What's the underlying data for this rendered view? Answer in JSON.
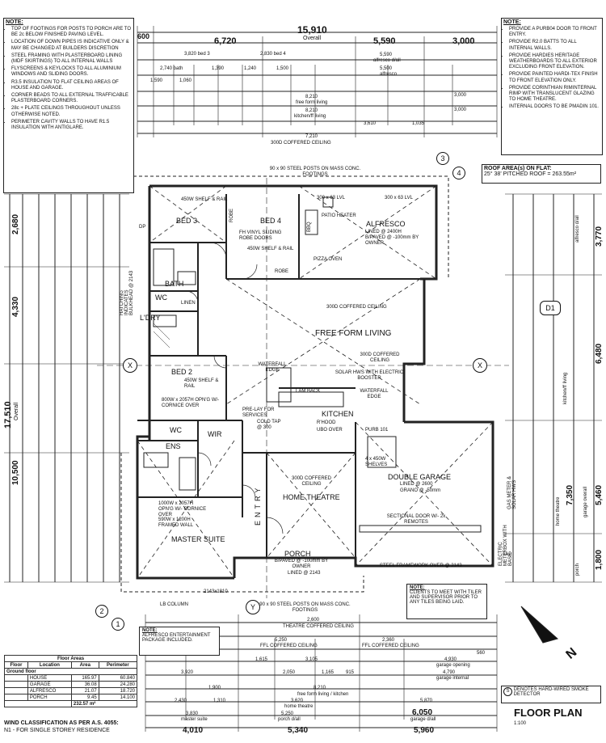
{
  "notes_left": {
    "title": "NOTE:",
    "items": [
      "TOP OF FOOTINGS FOR POSTS TO PORCH ARE TO BE 2c BELOW FINISHED PAVING LEVEL.",
      "LOCATION OF DOWN PIPES IS INDICATIVE ONLY & MAY BE CHANGED AT BUILDERS DISCRETION",
      "STEEL FRAMING WITH PLASTERBOARD LINING (MDF SKIRTINGS) TO ALL INTERNAL WALLS",
      "FLYSCREENS & KEYLOCKS TO ALL ALUMINIUM WINDOWS AND SLIDING DOORS.",
      "R3.5 INSULATION TO FLAT CEILING AREAS OF HOUSE AND GARAGE.",
      "CORNER BEADS TO ALL EXTERNAL TRAFFICABLE PLASTERBOARD CORNERS.",
      "28c + PLATE CEILINGS THROUGHOUT UNLESS OTHERWISE NOTED.",
      "PERIMETER CAVITY WALLS TO HAVE R1.5 INSULATION WITH ANTIGLARE."
    ]
  },
  "notes_right": {
    "title": "NOTE:",
    "items": [
      "PROVIDE A PURB04 DOOR TO FRONT ENTRY.",
      "PROVIDE R2.0 BATTS TO ALL INTERNAL WALLS.",
      "PROVIDE HARDIES HERITAGE WEATHERBOARDS TO ALL EXTERIOR EXCLUDING FRONT ELEVATION.",
      "PROVIDE PAINTED HARDI-TEX FINISH TO FRONT ELEVATION ONLY.",
      "PROVIDE CORINTHIAN RIMINTERNAL RIMP WITH TRANSLUCENT GLAZING TO HOME THEATRE.",
      "INTERNAL DOORS TO BE PMADIN 101."
    ]
  },
  "roof": {
    "title": "ROOF AREA(s) ON FLAT:",
    "value": "25° 38' PITCHED ROOF =  263.55m²"
  },
  "top_dims": {
    "overall": "15,910",
    "overall_label": "Overall",
    "d600": "600",
    "d6720": "6,720",
    "d5590": "5,590",
    "d3000": "3,000",
    "r3820": "3,820 bed 3",
    "r2830": "2,830 bed 4",
    "r5590": "5,590",
    "alfresco": "alfresco d/all",
    "r5500": "5,500",
    "alfresco2": "alfresco",
    "r2740": "2,740 bath",
    "r1390": "1,390",
    "r1240": "1,240",
    "r1500": "1,500",
    "r1590": "1,590",
    "r1060": "1,060",
    "r8210": "8,210",
    "freeform": "free form living",
    "r8210b": "8,210",
    "kitchen": "kitchen/ff living",
    "r3000a": "3,000",
    "r3000b": "3,000",
    "r1035": "1,035",
    "r3610": "3,610",
    "r7210": "7,210",
    "coffered": "300D COFFERED CEILING"
  },
  "bottom_dims": {
    "c2600": "2,600",
    "theatre_ceiling": "THEATRE COFFERED CEILING",
    "c5250": "5,250",
    "c2360": "2,360",
    "ffl_ceiling": "FFL COFFERED CEILING",
    "ffl_ceiling2": "FFL COFFERED CEILING",
    "r1615": "1,615",
    "r3105": "3,105",
    "r560": "560",
    "r4930": "4,930",
    "garage_opening": "garage opening",
    "r3920": "3,920",
    "r1900": "1,900",
    "r2050": "2,050",
    "r1165": "1,165",
    "r915": "915",
    "r4790": "4,790",
    "garage_internal": "garage internal",
    "r8210": "8,210",
    "ffl_kitchen": "free form living / kitchen",
    "r2430": "2,430",
    "r1310": "1,310",
    "r3620": "3,620",
    "home_theatre": "home theatre",
    "r5870": "5,870",
    "r3830": "3,830",
    "master_suite": "master suite",
    "r5250": "5,250",
    "porch_dall": "porch d/all",
    "r6050": "6,050",
    "garage_dall": "garage d/all",
    "o4010": "4,010",
    "o5340": "5,340",
    "o5960": "5,960"
  },
  "left_dims": {
    "d17510": "17,510",
    "d2680": "2,680",
    "d4330": "4,330",
    "d10500": "10,500",
    "overall": "Overall"
  },
  "right_dims": {
    "d3770": "3,770",
    "d6480": "6,480",
    "d7350": "7,350",
    "d5460": "5,460",
    "d1800": "1,800",
    "alfresco_dall": "alfresco d/all",
    "kitchen_ffl": "kitchen/ff living",
    "garage_overall": "garage overall",
    "home_theatre": "home theatre",
    "porch": "porch"
  },
  "rooms": {
    "bed3": "BED 3",
    "bed4": "BED 4",
    "alfresco": "ALFRESCO",
    "bath": "BATH",
    "wc": "WC",
    "ldry": "L'DRY",
    "linen": "LINEN",
    "ffl": "FREE FORM LIVING",
    "bed2": "BED 2",
    "kitchen": "KITCHEN",
    "wir": "WIR",
    "ens": "ENS",
    "wc2": "WC",
    "garage": "DOUBLE GARAGE",
    "theatre": "HOME THEATRE",
    "entry": "ENTRY",
    "master": "MASTER SUITE",
    "porch": "PORCH"
  },
  "room_notes": {
    "shelf3": "450W SHELF & RAIL",
    "robe": "ROBE",
    "fh": "FH VINYL SLIDING ROBE DOORS",
    "shelf4": "450W SHELF & RAIL",
    "robe4": "ROBE",
    "patio_heater": "PATIO HEATER",
    "alf_lined": "LINED @ 2400H",
    "alf_paved": "B/PAVED @ -100mm BY OWNER",
    "pizza": "PIZZA OVEN",
    "bbq": "BBQ",
    "lvl1": "300 x 63 LVL",
    "lvl2": "300 x 63 LVL",
    "post_top": "90 x 90 STEEL POSTS ON MASS CONC. FOOTINGS",
    "coffered1": "300D COFFERED CEILING",
    "coffered2": "300D COFFERED CEILING",
    "waterfall1": "WATERFALL EDGE",
    "waterfall2": "WATERFALL EDGE",
    "solar": "SOLAR HWS WITH ELECTRIC BOOSTER",
    "shelf2": "450W SHELF & RAIL",
    "opng": "800W x 2057H OPN'G W/- CORNICE OVER",
    "prelay": "PRE-LAY FOR SERVICES",
    "cold_tap": "COLD TAP @ 300",
    "rhood": "R'HOOD",
    "lam_back": "LAM BACK",
    "ubo": "UBO OVER",
    "purb": "PURB 101",
    "shelves": "4 x 450W SHELVES",
    "garage_lined": "LINED @ 2600",
    "grano": "GRANO @ -50mm",
    "sectional": "SECTIONAL DOOR W/- 2x REMOTES",
    "theatre_ceiling": "300D COFFERED CEILING",
    "porch_paved": "B/PAVED @ -100mm BY OWNER",
    "porch_lined": "LINED @ 2143",
    "framed_wall": "590W x 1200H FRAMED WALL",
    "opng2": "1000W x 2057H OPN'G W/- CORNICE OVER",
    "steel_framework": "STEEL FRAMEWORK OVER @ 2143",
    "lb_column": "LB COLUMN",
    "hatching": "HATCHING INDICATES BULKHEAD @ 2143",
    "post_bottom": "90 x 90 STEEL POSTS ON MASS CONC. FOOTINGS",
    "meterbox": "ELECTRIC METERBOX WITH BASE",
    "gas_meter": "GAS METER & SOLAR HWS",
    "ts_2143": "2143x1810",
    "tap": "TAP",
    "dp": "DP"
  },
  "markers": {
    "d1": "D1",
    "x": "X",
    "y": "Y",
    "m3": "3",
    "m4": "4",
    "m2": "2",
    "m1": "1"
  },
  "client_note": {
    "title": "NOTE:",
    "text": "CLIENTS TO MEET WITH TILER AND SUPERVISOR PRIOR TO ANY TILES BEING LAID."
  },
  "alfresco_note": {
    "title": "NOTE:",
    "text": "ALFRESCO ENTERTAINMENT PACKAGE INCLUDED."
  },
  "floor_areas": {
    "title": "Floor Areas",
    "headers": [
      "Floor",
      "Location",
      "Area",
      "Perimeter"
    ],
    "group": "Ground floor",
    "rows": [
      [
        "",
        "HOUSE",
        "165.97",
        "60.840"
      ],
      [
        "",
        "GARAGE",
        "36.08",
        "24.280"
      ],
      [
        "",
        "ALFRESCO",
        "21.07",
        "18.720"
      ],
      [
        "",
        "PORCH",
        "9.45",
        "14.100"
      ]
    ],
    "total": "232.57 m²"
  },
  "wind": {
    "line1": "WIND CLASSIFICATION AS PER A.S. 4055:",
    "line2": "N1 - FOR SINGLE STOREY RESIDENCE"
  },
  "smoke": "DENOTES HARD-WIRED SMOKE DETECTOR",
  "smoke_symbol": "S",
  "plan_title": "FLOOR PLAN",
  "scale": "1:100",
  "north": "N"
}
